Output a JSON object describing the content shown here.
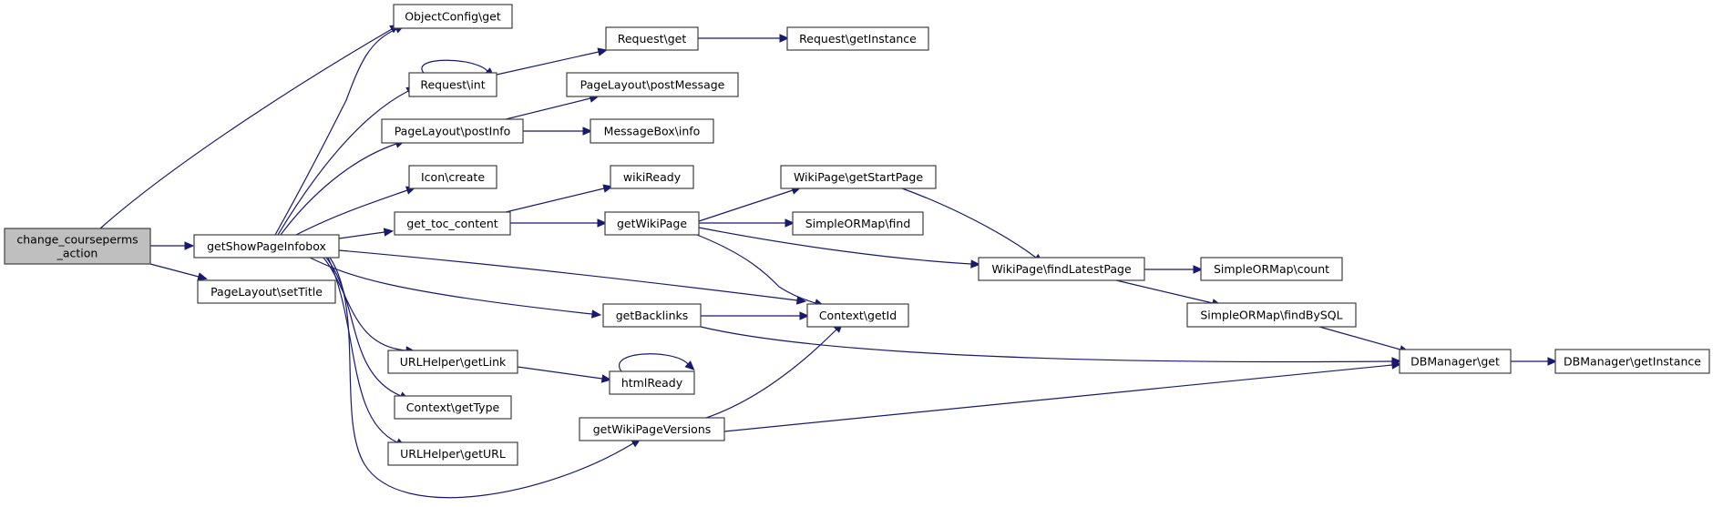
{
  "diagram": {
    "type": "call-graph",
    "edge_color": "#191970",
    "root_fill": "#bfbfbf",
    "node_fill": "#ffffff",
    "nodes": [
      {
        "id": "root",
        "label_lines": [
          "change_courseperms",
          "_action"
        ],
        "root": true
      },
      {
        "id": "getShowPageInfobox",
        "label_lines": [
          "getShowPageInfobox"
        ]
      },
      {
        "id": "setTitle",
        "label_lines": [
          "PageLayout\\setTitle"
        ]
      },
      {
        "id": "ObjectConfigGet",
        "label_lines": [
          "ObjectConfig\\get"
        ]
      },
      {
        "id": "RequestInt",
        "label_lines": [
          "Request\\int"
        ]
      },
      {
        "id": "postInfo",
        "label_lines": [
          "PageLayout\\postInfo"
        ]
      },
      {
        "id": "IconCreate",
        "label_lines": [
          "Icon\\create"
        ]
      },
      {
        "id": "getTocContent",
        "label_lines": [
          "get_toc_content"
        ]
      },
      {
        "id": "URLHelperGetLink",
        "label_lines": [
          "URLHelper\\getLink"
        ]
      },
      {
        "id": "ContextGetType",
        "label_lines": [
          "Context\\getType"
        ]
      },
      {
        "id": "URLHelperGetURL",
        "label_lines": [
          "URLHelper\\getURL"
        ]
      },
      {
        "id": "RequestGet",
        "label_lines": [
          "Request\\get"
        ]
      },
      {
        "id": "postMessage",
        "label_lines": [
          "PageLayout\\postMessage"
        ]
      },
      {
        "id": "MessageBoxInfo",
        "label_lines": [
          "MessageBox\\info"
        ]
      },
      {
        "id": "wikiReady",
        "label_lines": [
          "wikiReady"
        ]
      },
      {
        "id": "getWikiPage",
        "label_lines": [
          "getWikiPage"
        ]
      },
      {
        "id": "getBacklinks",
        "label_lines": [
          "getBacklinks"
        ]
      },
      {
        "id": "htmlReady",
        "label_lines": [
          "htmlReady"
        ]
      },
      {
        "id": "getWikiPageVersions",
        "label_lines": [
          "getWikiPageVersions"
        ]
      },
      {
        "id": "RequestGetInstance",
        "label_lines": [
          "Request\\getInstance"
        ]
      },
      {
        "id": "getStartPage",
        "label_lines": [
          "WikiPage\\getStartPage"
        ]
      },
      {
        "id": "SimpleORMapFind",
        "label_lines": [
          "SimpleORMap\\find"
        ]
      },
      {
        "id": "ContextGetId",
        "label_lines": [
          "Context\\getId"
        ]
      },
      {
        "id": "findLatestPage",
        "label_lines": [
          "WikiPage\\findLatestPage"
        ]
      },
      {
        "id": "SimpleORMapCount",
        "label_lines": [
          "SimpleORMap\\count"
        ]
      },
      {
        "id": "findBySQL",
        "label_lines": [
          "SimpleORMap\\findBySQL"
        ]
      },
      {
        "id": "DBManagerGet",
        "label_lines": [
          "DBManager\\get"
        ]
      },
      {
        "id": "DBManagerGetInstance",
        "label_lines": [
          "DBManager\\getInstance"
        ]
      }
    ],
    "edges": [
      {
        "from": "root",
        "to": "ObjectConfigGet"
      },
      {
        "from": "root",
        "to": "getShowPageInfobox"
      },
      {
        "from": "root",
        "to": "setTitle"
      },
      {
        "from": "getShowPageInfobox",
        "to": "ObjectConfigGet"
      },
      {
        "from": "getShowPageInfobox",
        "to": "RequestInt"
      },
      {
        "from": "getShowPageInfobox",
        "to": "postInfo"
      },
      {
        "from": "getShowPageInfobox",
        "to": "IconCreate"
      },
      {
        "from": "getShowPageInfobox",
        "to": "getTocContent"
      },
      {
        "from": "getShowPageInfobox",
        "to": "ContextGetId"
      },
      {
        "from": "getShowPageInfobox",
        "to": "getBacklinks"
      },
      {
        "from": "getShowPageInfobox",
        "to": "URLHelperGetLink"
      },
      {
        "from": "getShowPageInfobox",
        "to": "ContextGetType"
      },
      {
        "from": "getShowPageInfobox",
        "to": "URLHelperGetURL"
      },
      {
        "from": "getShowPageInfobox",
        "to": "getWikiPageVersions"
      },
      {
        "from": "RequestInt",
        "to": "RequestInt"
      },
      {
        "from": "RequestInt",
        "to": "RequestGet"
      },
      {
        "from": "RequestGet",
        "to": "RequestGetInstance"
      },
      {
        "from": "postInfo",
        "to": "postMessage"
      },
      {
        "from": "postInfo",
        "to": "MessageBoxInfo"
      },
      {
        "from": "getTocContent",
        "to": "wikiReady"
      },
      {
        "from": "getTocContent",
        "to": "getWikiPage"
      },
      {
        "from": "getWikiPage",
        "to": "getStartPage"
      },
      {
        "from": "getWikiPage",
        "to": "SimpleORMapFind"
      },
      {
        "from": "getWikiPage",
        "to": "findLatestPage"
      },
      {
        "from": "getWikiPage",
        "to": "ContextGetId"
      },
      {
        "from": "getStartPage",
        "to": "findLatestPage"
      },
      {
        "from": "findLatestPage",
        "to": "SimpleORMapCount"
      },
      {
        "from": "findLatestPage",
        "to": "findBySQL"
      },
      {
        "from": "findBySQL",
        "to": "DBManagerGet"
      },
      {
        "from": "getBacklinks",
        "to": "ContextGetId"
      },
      {
        "from": "getBacklinks",
        "to": "DBManagerGet"
      },
      {
        "from": "URLHelperGetLink",
        "to": "htmlReady"
      },
      {
        "from": "htmlReady",
        "to": "htmlReady"
      },
      {
        "from": "getWikiPageVersions",
        "to": "ContextGetId"
      },
      {
        "from": "getWikiPageVersions",
        "to": "DBManagerGet"
      },
      {
        "from": "DBManagerGet",
        "to": "DBManagerGetInstance"
      }
    ]
  }
}
